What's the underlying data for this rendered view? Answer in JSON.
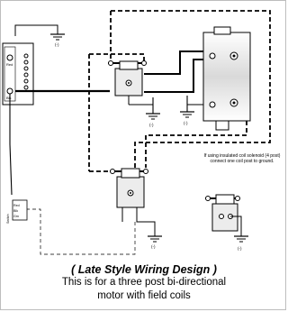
{
  "diagram": {
    "ground_label": "(-)",
    "left_block_labels": [
      "Red",
      "Blk"
    ],
    "switch_labels": [
      "Red",
      "Blk",
      "Grn"
    ],
    "switch_side_label": "Switch",
    "note_text": "If using insulated coil solenoid (4 post) connect one coil post to ground.",
    "caption": {
      "title": "( Late Style Wiring Design )",
      "line2": "This is for a three post bi-directional",
      "line3": "motor with field coils"
    }
  },
  "colors": {
    "wire": "#000000",
    "frame": "#bdbdbd",
    "solenoid_body": "#ececec",
    "motor_body": "#f2f2f2"
  }
}
